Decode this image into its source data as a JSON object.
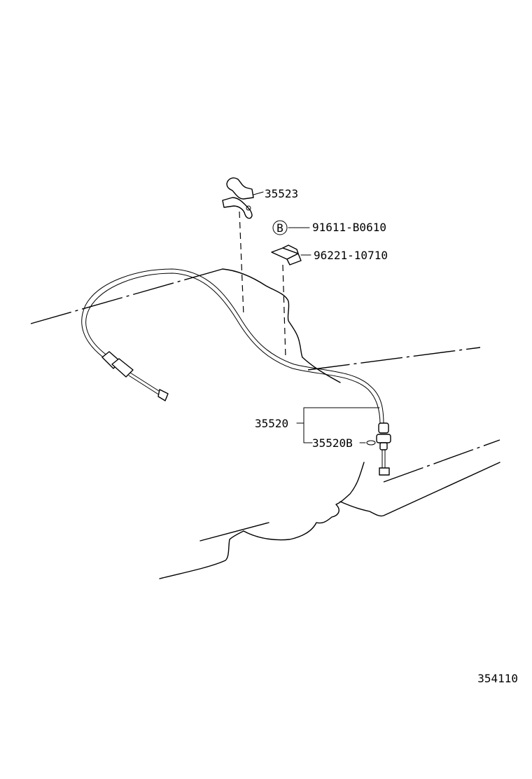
{
  "parts": {
    "bracket": {
      "part_no": "35523"
    },
    "bolt": {
      "marker": "B",
      "part_no": "91611-B0610"
    },
    "clamp": {
      "part_no": "96221-10710"
    },
    "cable_assy": {
      "part_no": "35520"
    },
    "cable_sub": {
      "part_no": "35520B"
    }
  },
  "figure_code": "354110",
  "colors": {
    "line": "#000000",
    "background": "#ffffff"
  }
}
